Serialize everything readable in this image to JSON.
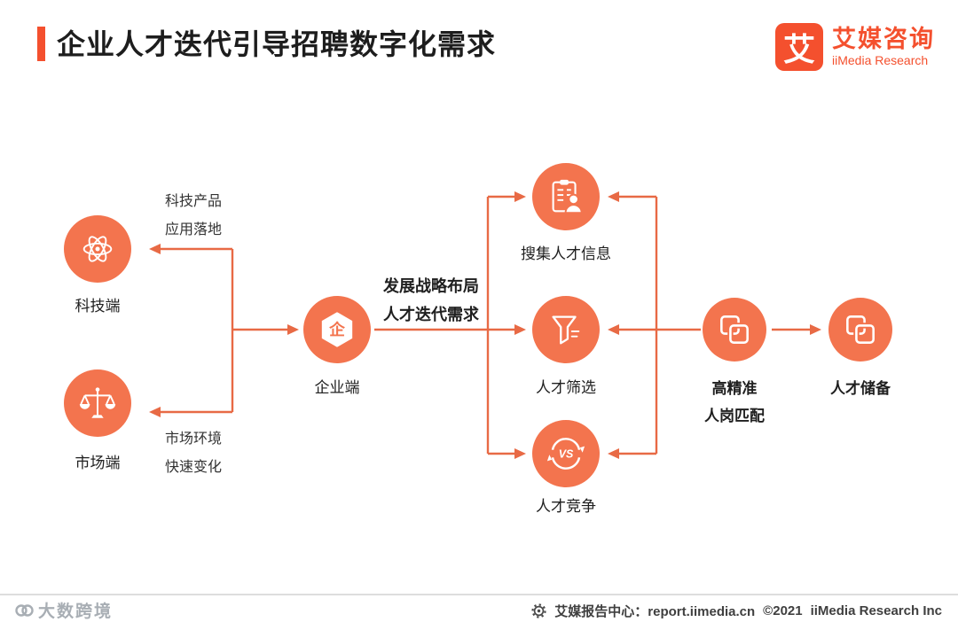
{
  "colors": {
    "accent": "#F4502E",
    "circle": "#F3744E",
    "arrow": "#E86A45",
    "text_dark": "#222222",
    "footer_text": "#3F3F3F"
  },
  "header": {
    "title": "企业人才迭代引导招聘数字化需求",
    "logo_mark": "艾",
    "logo_cn": "艾媒咨询",
    "logo_en": "iiMedia Research"
  },
  "nodes": {
    "tech": {
      "label": "科技端",
      "icon": "atom-icon"
    },
    "market": {
      "label": "市场端",
      "icon": "balance-scale-icon"
    },
    "enterprise": {
      "label": "企业端",
      "glyph": "企",
      "icon": "hexagon-enterprise-icon"
    },
    "collect": {
      "label": "搜集人才信息",
      "icon": "clipboard-person-icon"
    },
    "screen": {
      "label": "人才筛选",
      "icon": "funnel-icon"
    },
    "compete": {
      "label": "人才竞争",
      "glyph": "VS",
      "icon": "vs-cycle-icon"
    },
    "match": {
      "label_line1": "高精准",
      "label_line2": "人岗匹配",
      "icon": "overlapping-squares-icon"
    },
    "reserve": {
      "label": "人才储备",
      "icon": "overlapping-squares-icon"
    }
  },
  "notes": {
    "tech_line1": "科技产品",
    "tech_line2": "应用落地",
    "market_line1": "市场环境",
    "market_line2": "快速变化",
    "strategy_line1": "发展战略布局",
    "strategy_line2": "人才迭代需求"
  },
  "footer": {
    "watermark": "大数跨境",
    "report_center": "艾媒报告中心：report.iimedia.cn",
    "copyright": "©2021",
    "company": "iiMedia Research Inc"
  }
}
